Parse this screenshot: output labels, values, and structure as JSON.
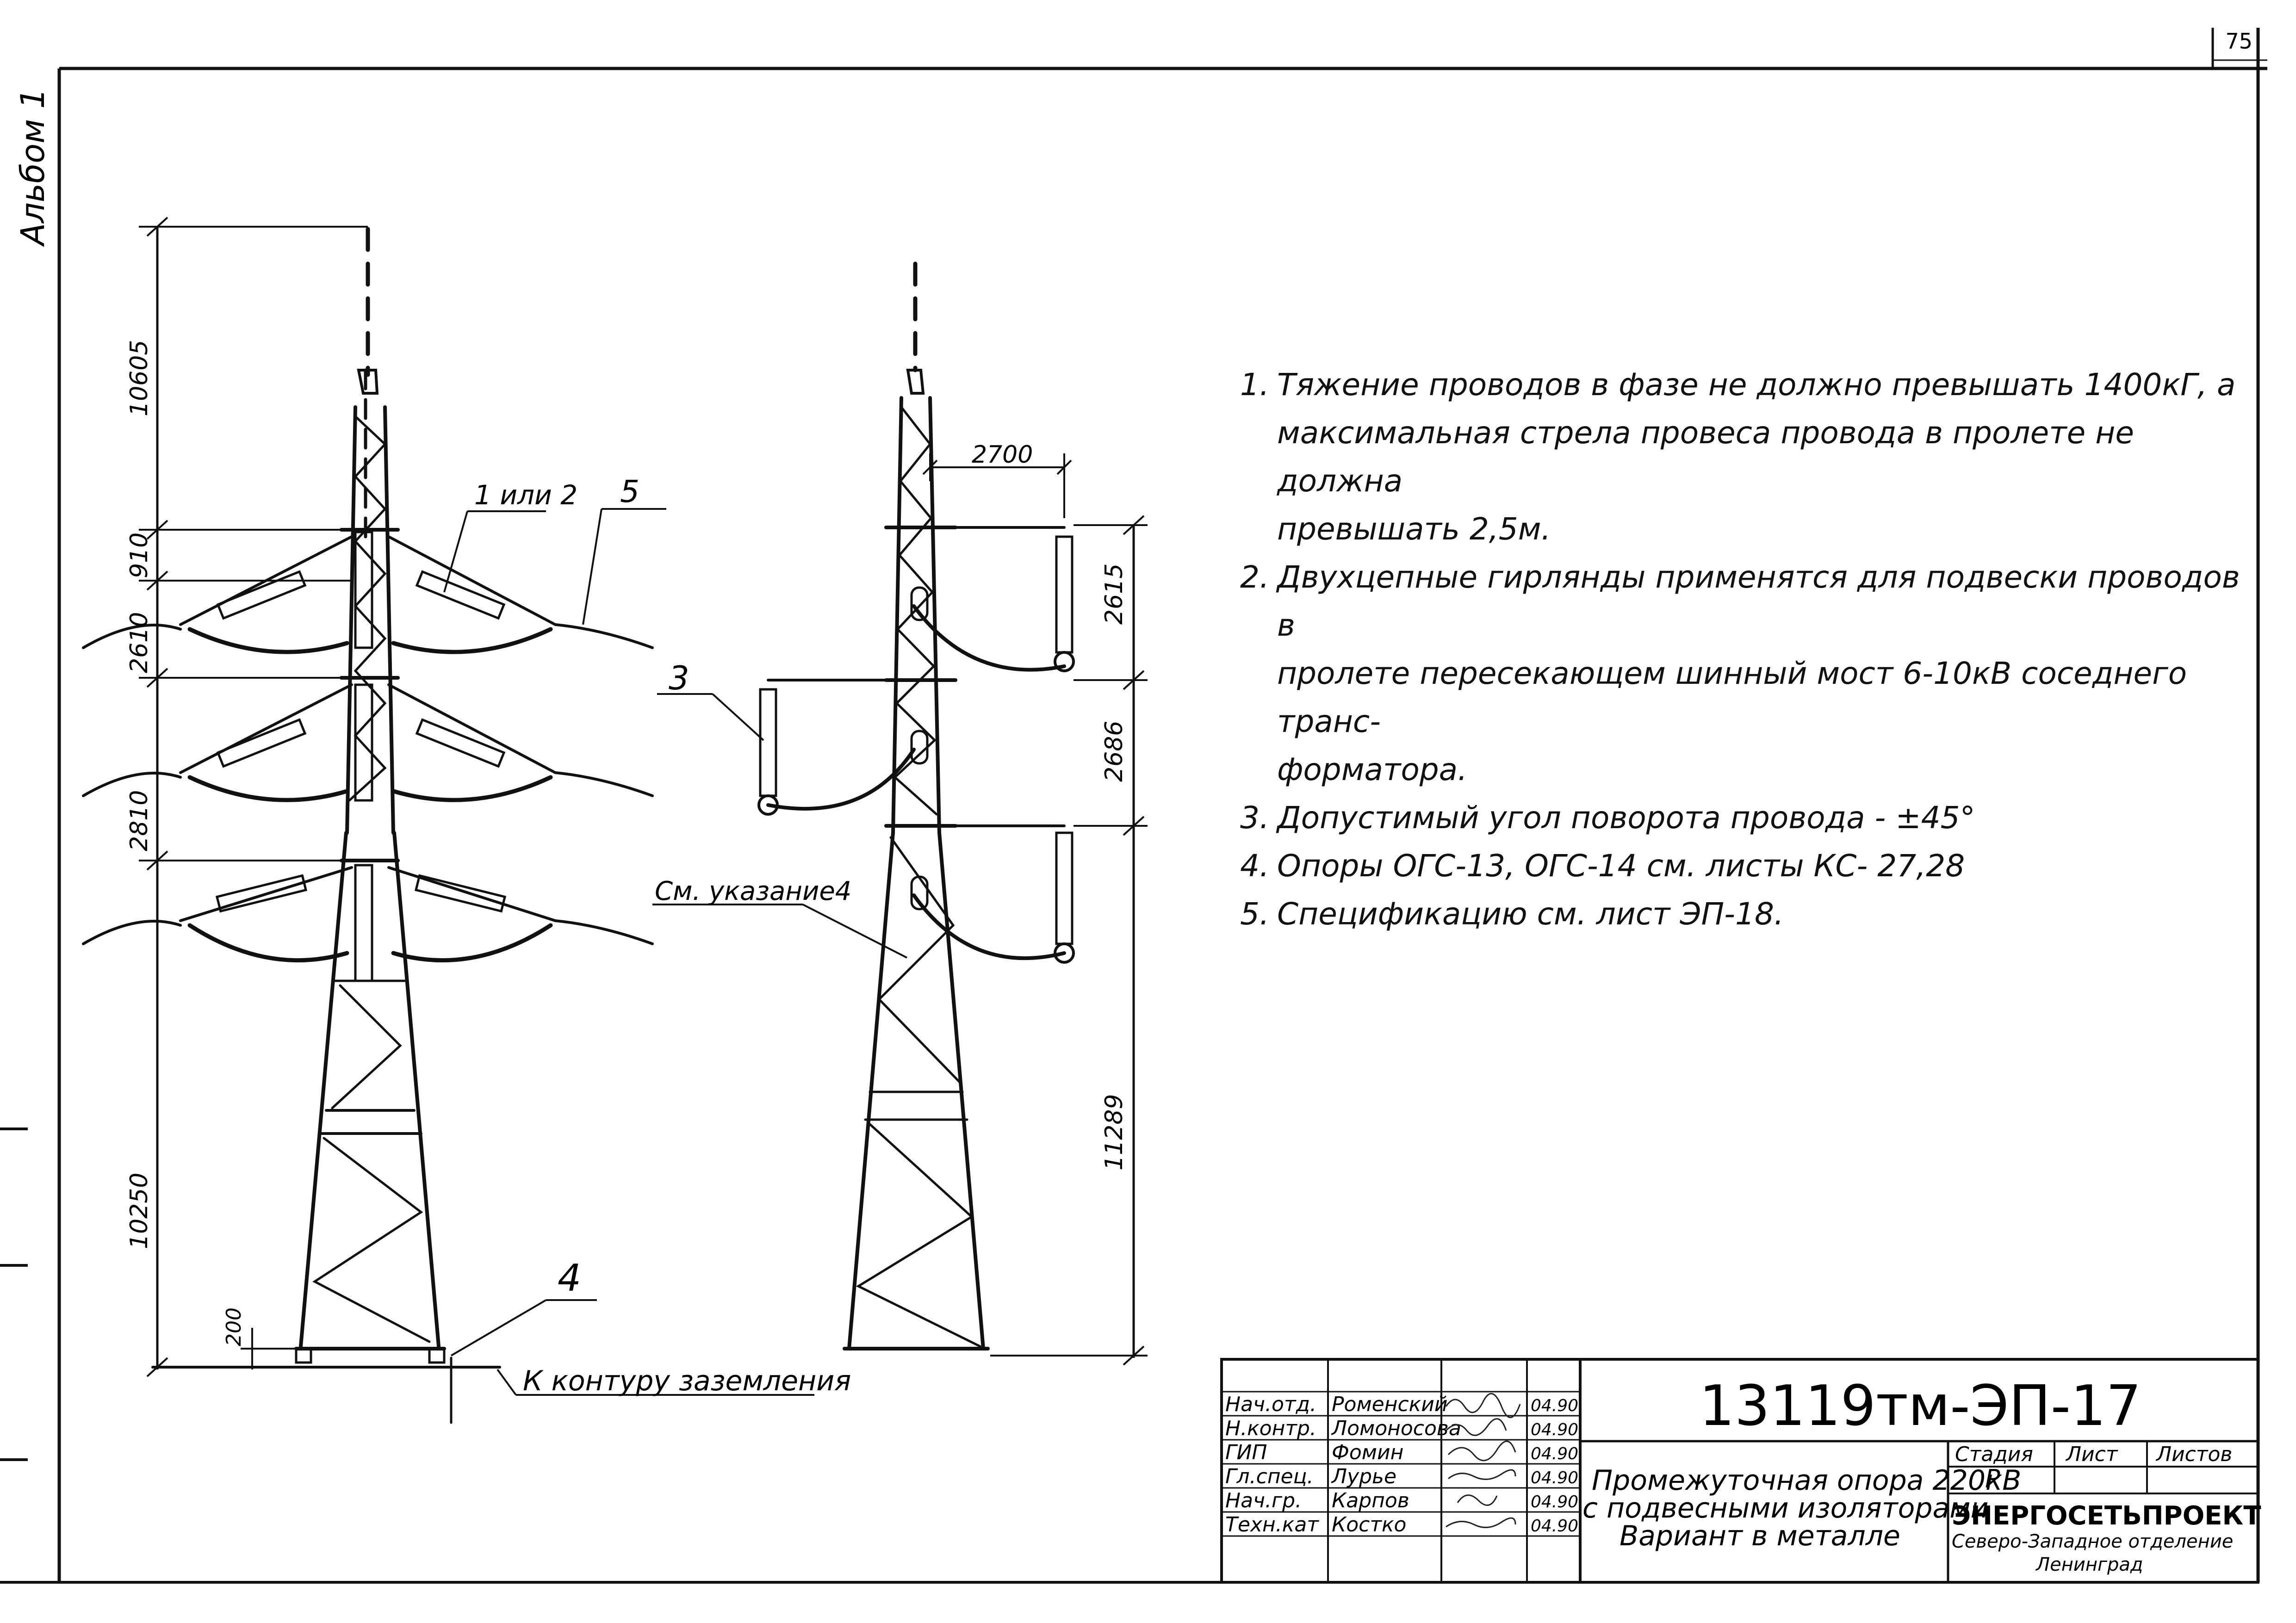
{
  "sheet_number": "75",
  "album_label": "Альбом 1",
  "notes": [
    {
      "num": "1.",
      "lines": [
        "Тяжение проводов в фазе не должно превышать 1400кГ, а",
        "максимальная стрела провеса провода в пролете не должна",
        "превышать 2,5м."
      ]
    },
    {
      "num": "2.",
      "lines": [
        "Двухцепные гирлянды применятся для подвески проводов в",
        "пролете пересекающем шинный мост 6-10кВ соседнего транс-",
        "форматора."
      ]
    },
    {
      "num": "3.",
      "lines": [
        "Допустимый угол поворота провода - ±45°"
      ]
    },
    {
      "num": "4.",
      "lines": [
        "Опоры ОГС-13, ОГС-14 см. листы КС- 27,28"
      ]
    },
    {
      "num": "5.",
      "lines": [
        "Спецификацию см. лист ЭП-18."
      ]
    }
  ],
  "left_view": {
    "dims": [
      "10605",
      "910",
      "2610",
      "2810",
      "10250",
      "200"
    ],
    "callout_1": "1 или 2",
    "callout_5": "5",
    "callout_4": "4",
    "ground_label": "К контуру заземления"
  },
  "right_view": {
    "dims": [
      "2700",
      "2615",
      "2686",
      "11289"
    ],
    "callout_3": "3",
    "see_note": "См. указание4"
  },
  "title_block": {
    "doc_code": "13119тм-ЭП-17",
    "roles": [
      {
        "role": "Нач.отд.",
        "name": "Роменский",
        "date": "04.90"
      },
      {
        "role": "Н.контр.",
        "name": "Ломоносова",
        "date": "04.90"
      },
      {
        "role": "ГИП",
        "name": "Фомин",
        "date": "04.90"
      },
      {
        "role": "Гл.спец.",
        "name": "Лурье",
        "date": "04.90"
      },
      {
        "role": "Нач.гр.",
        "name": "Карпов",
        "date": "04.90"
      },
      {
        "role": "Техн.кат",
        "name": "Костко",
        "date": "04.90"
      }
    ],
    "description": [
      "Промежуточная опора 220кВ",
      "с подвесными изоляторами",
      "Вариант в металле"
    ],
    "stage_label": "Стадия",
    "sheet_label": "Лист",
    "sheets_label": "Листов",
    "stage_value": "Р",
    "org": "ЭНЕРГОСЕТЬПРОЕКТ",
    "org_branch": "Северо-Западное отделение",
    "org_city": "Ленинград"
  }
}
